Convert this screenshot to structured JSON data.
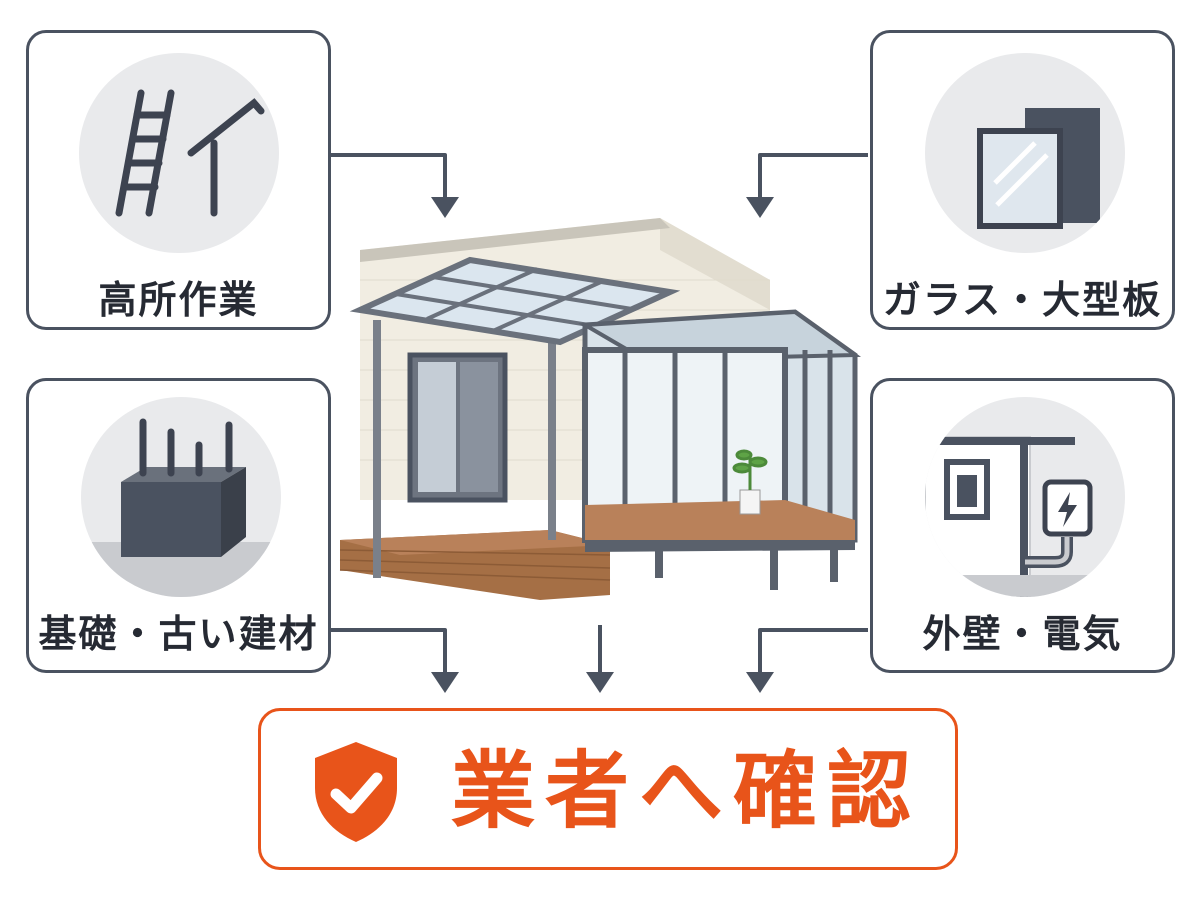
{
  "cards": {
    "high_work": {
      "label": "高所作業",
      "icon": "ladder-roof-icon"
    },
    "glass": {
      "label": "ガラス・大型板",
      "icon": "glass-panel-icon"
    },
    "foundation": {
      "label": "基礎・古い建材",
      "icon": "foundation-block-icon"
    },
    "wall_electric": {
      "label": "外壁・電気",
      "icon": "wall-outlet-icon"
    }
  },
  "center": {
    "icon": "sunroom-house-illustration"
  },
  "cta": {
    "label": "業者へ確認",
    "icon": "shield-check-icon"
  },
  "colors": {
    "accent": "#e8541a",
    "dark": "#4a5260",
    "text": "#262a33",
    "circle_bg": "#e9eaec"
  }
}
